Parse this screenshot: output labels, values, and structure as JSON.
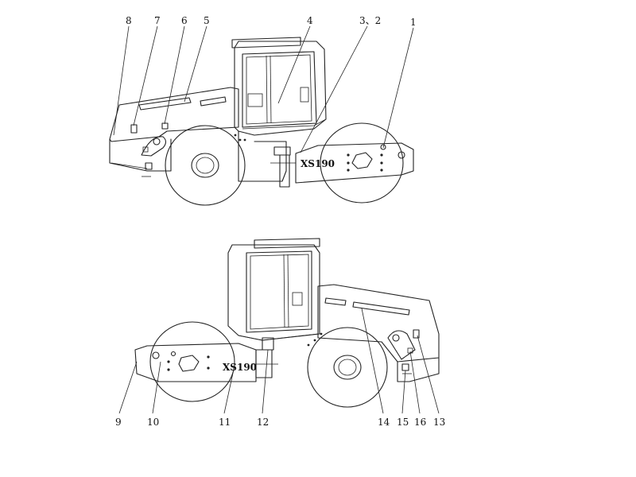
{
  "diagram": {
    "model_label": "XS190",
    "callouts_top": [
      "8",
      "7",
      "6",
      "5",
      "4",
      "3、2",
      "1"
    ],
    "callouts_bottom": [
      "9",
      "10",
      "11",
      "12",
      "14",
      "15",
      "16",
      "13"
    ],
    "colors": {
      "line": "#222222",
      "background": "#ffffff"
    }
  }
}
